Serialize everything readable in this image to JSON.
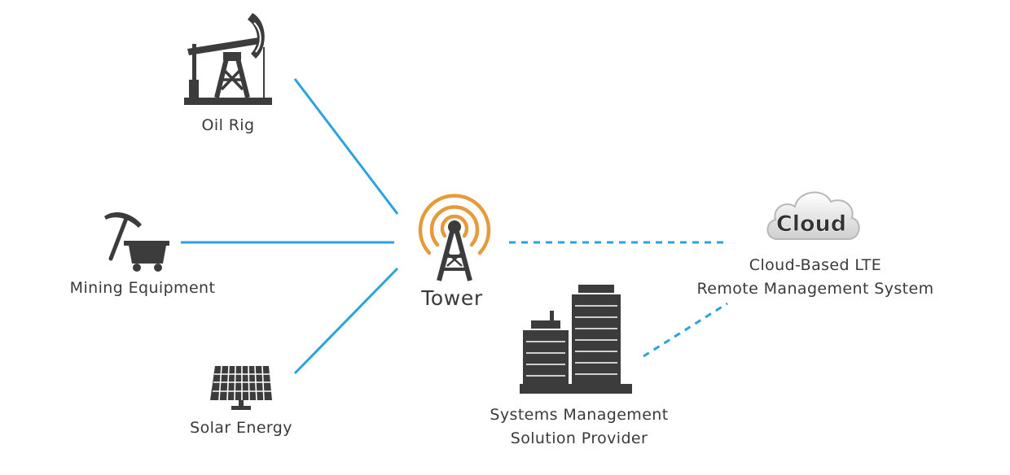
{
  "colors": {
    "link_solid": "#2ba3dc",
    "link_dashed": "#2ba3dc",
    "icon_dark": "#3c3c3c",
    "signal_orange": "#e69a3a",
    "text": "#3a3a3a"
  },
  "nodes": {
    "oil_rig": {
      "label": "Oil Rig",
      "icon": "oil-rig-icon"
    },
    "mining": {
      "label": "Mining Equipment",
      "icon": "mining-icon"
    },
    "solar": {
      "label": "Solar Energy",
      "icon": "solar-panel-icon"
    },
    "tower": {
      "label": "Tower",
      "icon": "tower-icon"
    },
    "cloud": {
      "icon_text": "Cloud",
      "label_line1": "Cloud-Based LTE",
      "label_line2": "Remote Management System",
      "icon": "cloud-icon"
    },
    "provider": {
      "label_line1": "Systems Management",
      "label_line2": "Solution Provider",
      "icon": "buildings-icon"
    }
  },
  "links": [
    {
      "from": "Oil Rig",
      "to": "Tower",
      "style": "solid"
    },
    {
      "from": "Mining Equipment",
      "to": "Tower",
      "style": "solid"
    },
    {
      "from": "Solar Energy",
      "to": "Tower",
      "style": "solid"
    },
    {
      "from": "Tower",
      "to": "Cloud-Based LTE Remote Management System",
      "style": "dashed"
    },
    {
      "from": "Systems Management Solution Provider",
      "to": "Cloud-Based LTE Remote Management System",
      "style": "dashed"
    }
  ]
}
